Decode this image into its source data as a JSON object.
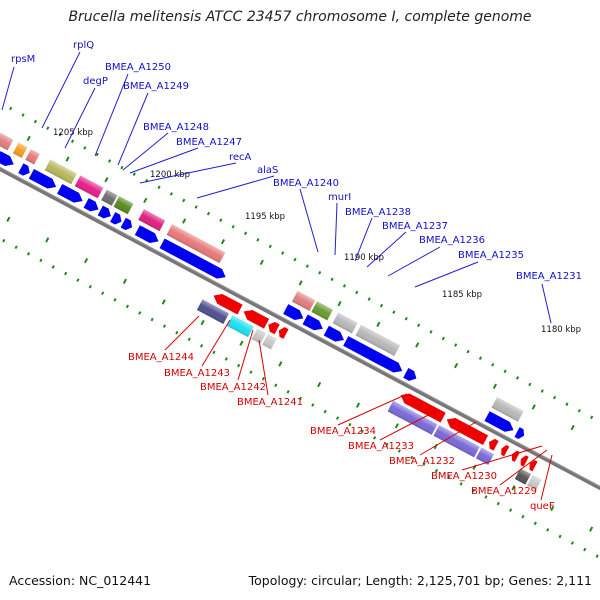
{
  "title": "Brucella melitensis ATCC 23457 chromosome I, complete genome",
  "footer": {
    "accession": "Accession: NC_012441",
    "summary": "Topology: circular; Length: 2,125,701 bp; Genes: 2,111"
  },
  "ticks": [
    {
      "label": "1205 kbp"
    },
    {
      "label": "1200 kbp"
    },
    {
      "label": "1195 kbp"
    },
    {
      "label": "1190 kbp"
    },
    {
      "label": "1185 kbp"
    },
    {
      "label": "1180 kbp"
    }
  ],
  "colors": {
    "blue_label": "#1010c8",
    "red_label": "#d40000",
    "forward_strand_arrow": "#0000f0",
    "reverse_strand_arrow": "#ee0000",
    "backbone": "#777777",
    "tick_green": "#1a8a1a"
  },
  "forward_genes": [
    {
      "name": "rpsM"
    },
    {
      "name": "rplQ"
    },
    {
      "name": "degP"
    },
    {
      "name": "BMEA_A1250"
    },
    {
      "name": "BMEA_A1249"
    },
    {
      "name": "BMEA_A1248"
    },
    {
      "name": "BMEA_A1247"
    },
    {
      "name": "recA"
    },
    {
      "name": "alaS"
    },
    {
      "name": "BMEA_A1240"
    },
    {
      "name": "murI"
    },
    {
      "name": "BMEA_A1238"
    },
    {
      "name": "BMEA_A1237"
    },
    {
      "name": "BMEA_A1236"
    },
    {
      "name": "BMEA_A1235"
    },
    {
      "name": "BMEA_A1231"
    }
  ],
  "reverse_genes": [
    {
      "name": "BMEA_A1244"
    },
    {
      "name": "BMEA_A1243"
    },
    {
      "name": "BMEA_A1242"
    },
    {
      "name": "BMEA_A1241"
    },
    {
      "name": "BMEA_A1234"
    },
    {
      "name": "BMEA_A1233"
    },
    {
      "name": "BMEA_A1232"
    },
    {
      "name": "BMEA_A1230"
    },
    {
      "name": "BMEA_A1229"
    },
    {
      "name": "queF"
    }
  ]
}
